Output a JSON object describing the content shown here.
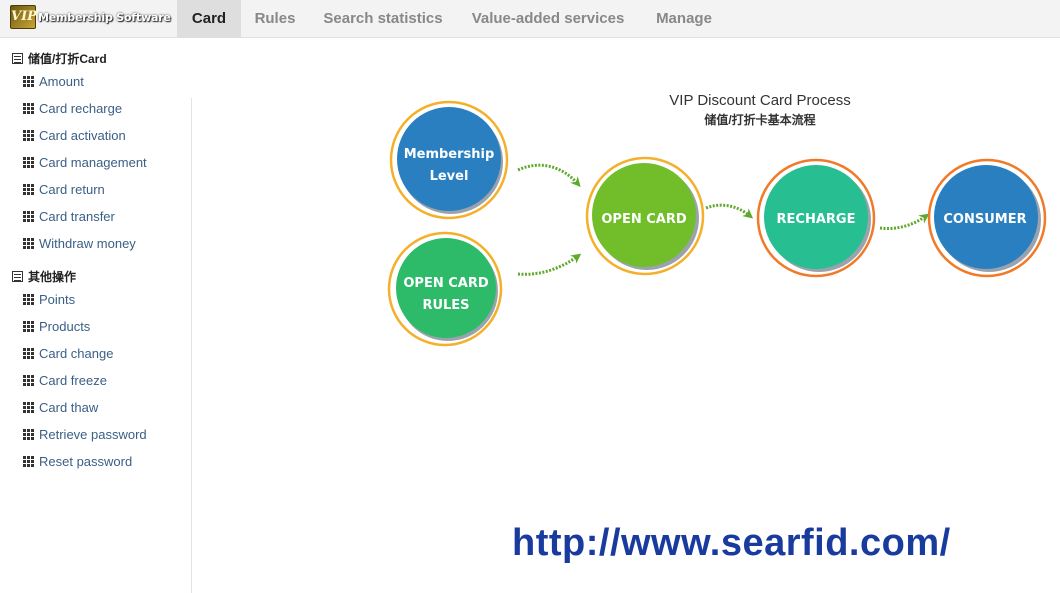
{
  "app": {
    "logo_badge": "VIP",
    "logo_text": "Membership Software"
  },
  "nav": {
    "tabs": [
      {
        "label": "Card",
        "active": true
      },
      {
        "label": "Rules",
        "active": false
      },
      {
        "label": "Search statistics",
        "active": false
      },
      {
        "label": "Value-added services",
        "active": false
      },
      {
        "label": "Manage",
        "active": false
      }
    ]
  },
  "sidebar": {
    "groups": [
      {
        "title": "储值/打折Card",
        "items": [
          "Amount",
          "Card recharge",
          "Card activation",
          "Card management",
          "Card return",
          "Card transfer",
          "Withdraw money"
        ]
      },
      {
        "title": "其他操作",
        "items": [
          "Points",
          "Products",
          "Card change",
          "Card freeze",
          "Card thaw",
          "Retrieve password",
          "Reset password"
        ]
      }
    ]
  },
  "process": {
    "title": "VIP Discount Card Process",
    "subtitle": "储值/打折卡基本流程",
    "steps": [
      {
        "id": "membership-level",
        "lines": [
          "Membership",
          "Level"
        ],
        "fill": "#2a7fc1",
        "ring": "#f4b02a"
      },
      {
        "id": "open-card-rules",
        "lines": [
          "OPEN CARD",
          "RULES"
        ],
        "fill": "#2dbb6a",
        "ring": "#f4b02a"
      },
      {
        "id": "open-card",
        "lines": [
          "OPEN CARD"
        ],
        "fill": "#72be2a",
        "ring": "#f4b02a"
      },
      {
        "id": "recharge",
        "lines": [
          "RECHARGE"
        ],
        "fill": "#27bf92",
        "ring": "#f07a28"
      },
      {
        "id": "consumer",
        "lines": [
          "CONSUMER"
        ],
        "fill": "#2a7fc1",
        "ring": "#f07a28"
      }
    ],
    "arrow_color": "#5faa2c"
  },
  "footer": {
    "url": "http://www.searfid.com/"
  }
}
